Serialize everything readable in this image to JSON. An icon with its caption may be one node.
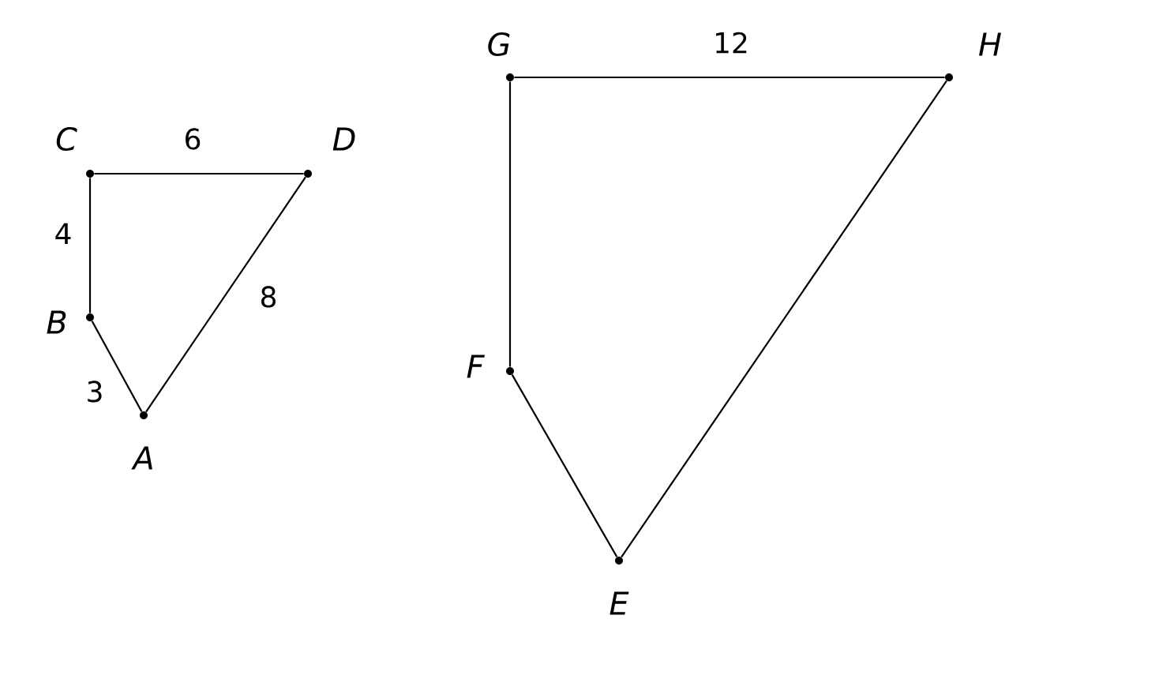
{
  "diagram": {
    "nodes": [
      {
        "text": [
          "A"
        ]
      },
      {
        "text": [
          "B"
        ]
      },
      {
        "text": [
          "C"
        ]
      },
      {
        "text": [
          "D"
        ]
      },
      {
        "text": [
          "E"
        ]
      },
      {
        "text": [
          "F"
        ]
      },
      {
        "text": [
          "G"
        ]
      },
      {
        "text": [
          "H"
        ]
      }
    ],
    "edges": [
      {
        "from": 2,
        "to": 3,
        "arrow": "none",
        "label": "6"
      },
      {
        "from": 2,
        "to": 1,
        "arrow": "none",
        "label": "4"
      },
      {
        "from": 1,
        "to": 0,
        "arrow": "none",
        "label": "3"
      },
      {
        "from": 0,
        "to": 3,
        "arrow": "none",
        "label": "8"
      },
      {
        "from": 6,
        "to": 7,
        "arrow": "none",
        "label": "12"
      },
      {
        "from": 6,
        "to": 5,
        "arrow": "none"
      },
      {
        "from": 5,
        "to": 4,
        "arrow": "none"
      },
      {
        "from": 4,
        "to": 7,
        "arrow": "none"
      }
    ]
  }
}
